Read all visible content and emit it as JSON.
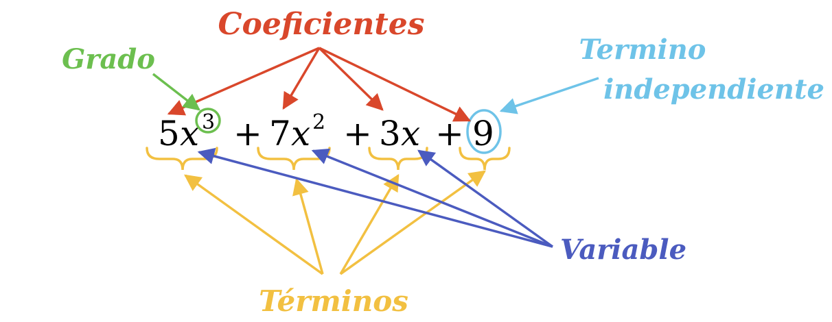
{
  "labels": {
    "coeficientes": "Coeficientes",
    "grado": "Grado",
    "termino_line1": "Termino",
    "termino_line2": "independiente",
    "variable": "Variable",
    "terminos": "Términos"
  },
  "expression": {
    "t1_coef": "5",
    "t1_var": "x",
    "t1_exp": "3",
    "plus1": "+",
    "t2_coef": "7",
    "t2_var": "x",
    "t2_exp": "2",
    "plus2": "+",
    "t3_coef": "3",
    "t3_var": "x",
    "plus3": "+",
    "t4_const": "9"
  },
  "colors": {
    "coeficientes": "#d9472b",
    "grado": "#6cbf4f",
    "termino_independiente": "#6ec3e8",
    "variable": "#4b5bbf",
    "terminos": "#f2c041",
    "text": "#000000"
  }
}
